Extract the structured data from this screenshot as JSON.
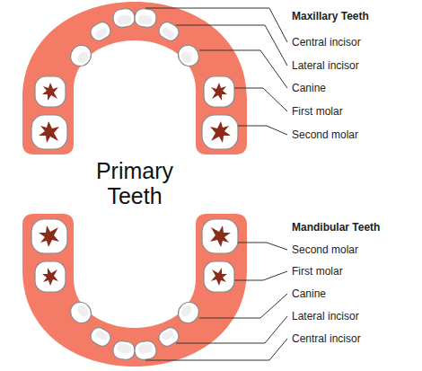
{
  "diagram": {
    "title": "Primary Teeth",
    "labels": [
      "Maxillary Teeth",
      "Central incisor",
      "Lateral incisor",
      "Canine",
      "First molar",
      "Second molar",
      "Mandibular Teeth",
      "Second molar",
      "First molar",
      "Canine",
      "Lateral incisor",
      "Central incisor"
    ]
  }
}
